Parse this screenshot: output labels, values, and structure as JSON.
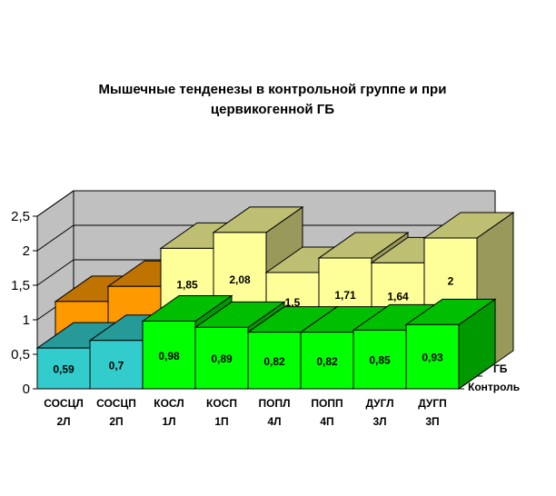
{
  "chart_data": {
    "type": "bar",
    "title_lines": [
      "Мышечные тенденезы в контрольной группе и при",
      "цервикогенной ГБ"
    ],
    "categories": [
      [
        "СОСЦЛ",
        "2Л"
      ],
      [
        "СОСЦП",
        "2П"
      ],
      [
        "КОСЛ",
        "1Л"
      ],
      [
        "КОСП",
        "1П"
      ],
      [
        "ПОПЛ",
        "4Л"
      ],
      [
        "ПОПП",
        "4П"
      ],
      [
        "ДУГЛ",
        "3Л"
      ],
      [
        "ДУГП",
        "3П"
      ]
    ],
    "series": [
      {
        "name": "Контроль",
        "values": [
          0.59,
          0.7,
          0.98,
          0.89,
          0.82,
          0.82,
          0.85,
          0.93
        ],
        "labels": [
          "0,59",
          "0,7",
          "0,98",
          "0,89",
          "0,82",
          "0,82",
          "0,85",
          "0,93"
        ]
      },
      {
        "name": "ГБ",
        "values": [
          1.08,
          1.3,
          1.85,
          2.08,
          1.5,
          1.71,
          1.64,
          2.0
        ],
        "labels": [
          "",
          "",
          "1,85",
          "2,08",
          "1,5",
          "1,71",
          "1,64",
          "2"
        ]
      }
    ],
    "ylim": [
      0,
      2.5
    ],
    "yticks": [
      0,
      0.5,
      1,
      1.5,
      2,
      2.5
    ],
    "ytick_labels": [
      "0",
      "0,5",
      "1",
      "1,5",
      "2",
      "2,5"
    ],
    "grid": true,
    "colors": {
      "control_cyan": "#33CCCC",
      "control_green": "#00FF00",
      "gb_orange": "#FF9900",
      "gb_yellow": "#FFFF99",
      "wall": "#C0C0C0",
      "floor": "#808080"
    }
  }
}
